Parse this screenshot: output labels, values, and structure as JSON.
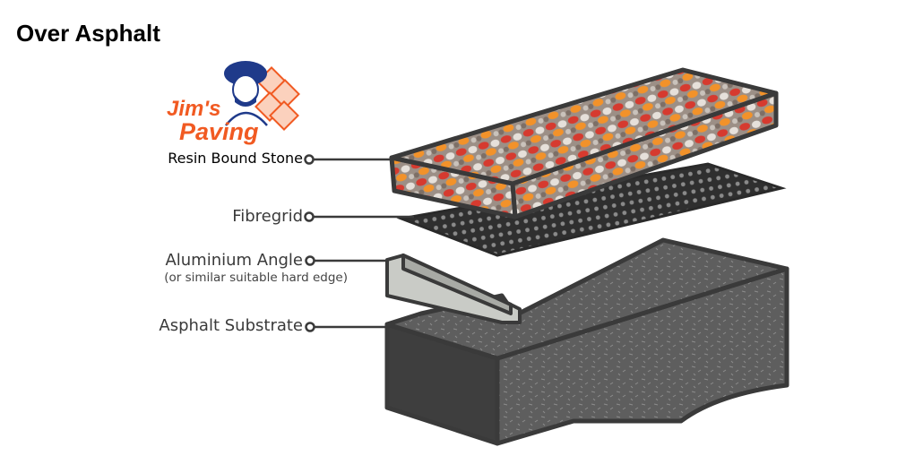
{
  "title": "Over Asphalt",
  "logo": {
    "line1": "Jim's",
    "line2": "Paving"
  },
  "layers": [
    {
      "label": "Resin Bound Stone"
    },
    {
      "label": "Fibregrid"
    },
    {
      "label": "Aluminium Angle",
      "note": "(or similar suitable hard edge)"
    },
    {
      "label": "Asphalt Substrate"
    }
  ],
  "colors": {
    "logo_orange": "#f15a22",
    "logo_blue": "#1f3a8a",
    "outline": "#3a3a3a",
    "asphalt": "#5a5a5a",
    "angle": "#c9cbc6"
  }
}
